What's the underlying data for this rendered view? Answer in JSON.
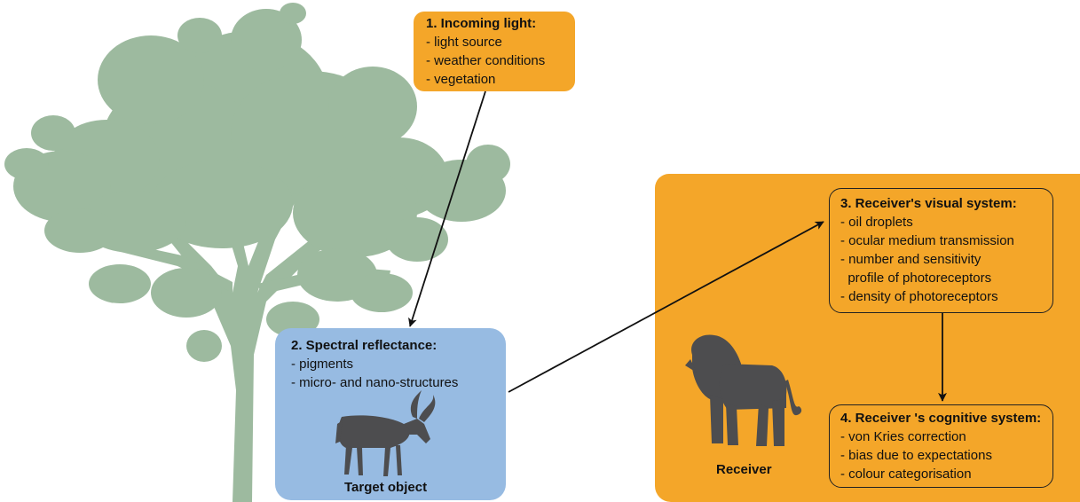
{
  "incoming_light": {
    "title": "1. Incoming light:",
    "items": [
      "- light source",
      "- weather conditions",
      "- vegetation"
    ]
  },
  "spectral_reflectance": {
    "title": "2. Spectral reflectance:",
    "items": [
      "- pigments",
      "- micro- and nano-structures"
    ],
    "caption": "Target object"
  },
  "visual_system": {
    "title": "3. Receiver's visual system:",
    "items": [
      "- oil droplets",
      "- ocular medium transmission",
      "- number and sensitivity",
      "  profile of photoreceptors",
      "- density of photoreceptors"
    ]
  },
  "cognitive_system": {
    "title": "4. Receiver 's cognitive system:",
    "items": [
      "- von Kries correction",
      "- bias due to expectations",
      "- colour categorisation"
    ]
  },
  "receiver": {
    "caption": "Receiver"
  },
  "colors": {
    "orange": "#f4a629",
    "blue": "#97bbe2",
    "tree": "#9dba9f",
    "silhouette": "#4d4d4f",
    "arrow": "#111111"
  },
  "icons": {
    "tree": "tree-icon",
    "antelope": "antelope-icon",
    "lion": "lion-icon"
  }
}
